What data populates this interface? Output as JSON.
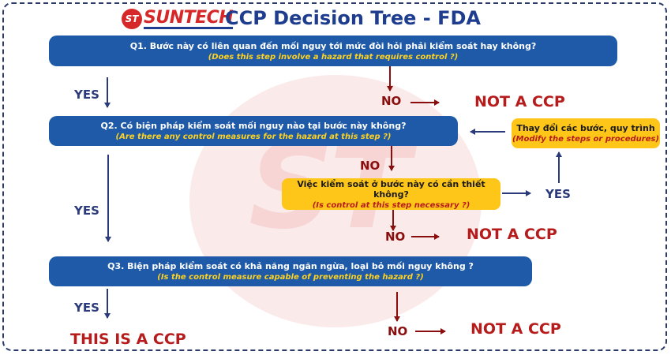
{
  "header": {
    "logo_badge": "ST",
    "logo_name": "SUNTECH",
    "title": "CCP Decision Tree - FDA"
  },
  "q1": {
    "vi": "Q1. Bước này có liên quan đến mối nguy tới mức đòi hỏi phải kiểm soát hay không?",
    "en": "(Does this step involve a hazard that requires control ?)"
  },
  "q2": {
    "vi": "Q2. Có biện pháp kiểm soát mối nguy nào tại bước này không?",
    "en": "(Are there any control measures for the hazard at this step ?)"
  },
  "q2b": {
    "vi": "Việc kiểm soát ở bước này có cần thiết không?",
    "en": "(Is control at this step necessary ?)"
  },
  "modify": {
    "vi": "Thay đổi các bước, quy trình",
    "en": "(Modify the steps or procedures)"
  },
  "q3": {
    "vi": "Q3. Biện pháp kiểm soát có khả năng ngăn ngừa, loại bỏ mối nguy không ?",
    "en": "(Is the control measure capable of preventing the hazard ?)"
  },
  "labels": {
    "yes": "YES",
    "no": "NO",
    "not_ccp": "NOT A CCP",
    "is_ccp": "THIS IS A CCP"
  },
  "colors": {
    "question_box": "#1e5aa8",
    "yellow_box": "#ffc61a",
    "yes_arrow": "#2b3a7a",
    "no_arrow": "#8b0e0e",
    "outcome_text": "#b71c1c"
  }
}
